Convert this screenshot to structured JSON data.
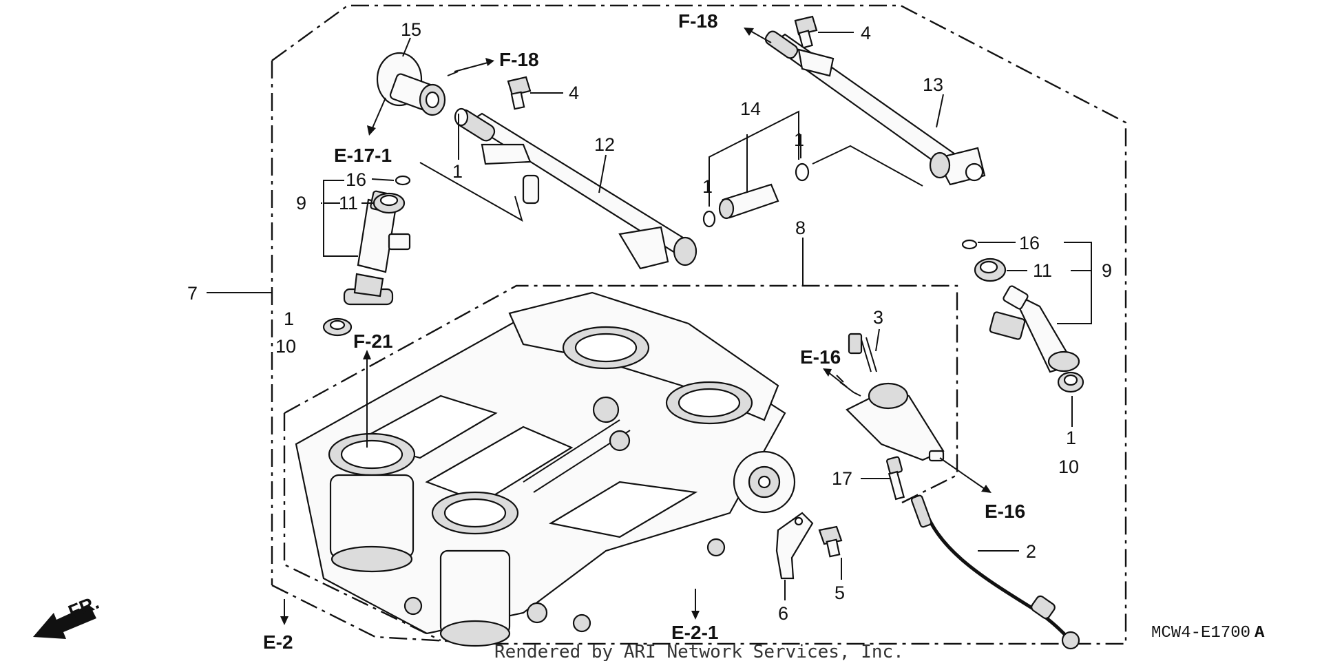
{
  "diagram": {
    "callouts": {
      "c1_a": "1",
      "c1_b": "1",
      "c1_c": "1",
      "c1_d": "1",
      "c1_e": "1",
      "c2": "2",
      "c3": "3",
      "c4_a": "4",
      "c4_b": "4",
      "c5": "5",
      "c6": "6",
      "c7": "7",
      "c8": "8",
      "c9_a": "9",
      "c9_b": "9",
      "c10_a": "10",
      "c10_b": "10",
      "c11_a": "11",
      "c11_b": "11",
      "c12": "12",
      "c13": "13",
      "c14": "14",
      "c15": "15",
      "c16_a": "16",
      "c16_b": "16",
      "c17": "17"
    },
    "references": {
      "f18_a": "F-18",
      "f18_b": "F-18",
      "e17_1": "E-17-1",
      "f21": "F-21",
      "e16_a": "E-16",
      "e16_b": "E-16",
      "e2": "E-2",
      "e2_1": "E-2-1"
    },
    "front_marker": "FR.",
    "diagram_code": "MCW4-E1700",
    "diagram_code_suffix": "A",
    "credit": "Rendered by ARI Network Services, Inc."
  }
}
